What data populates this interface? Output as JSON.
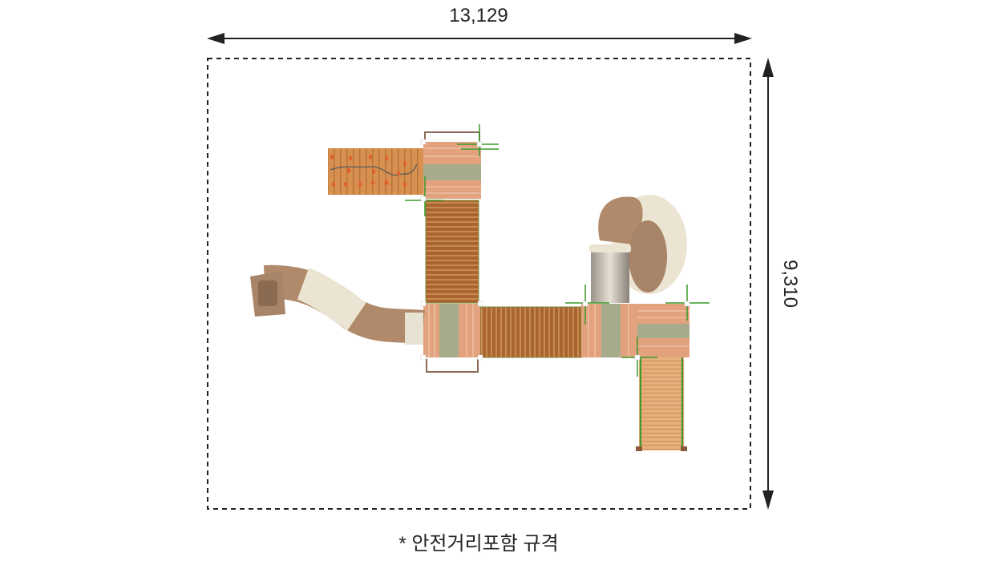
{
  "dimensions": {
    "width_label": "13,129",
    "height_label": "9,310"
  },
  "footnote": "* 안전거리포함 규격",
  "colors": {
    "wood_light": "#e0a070",
    "wood_dark": "#9a5a2a",
    "panel_green": "#a6ab8c",
    "slide_brown": "#b08a6a",
    "slide_cream": "#ece4d2",
    "frame_green": "#3a9a2a",
    "line": "#222222"
  }
}
